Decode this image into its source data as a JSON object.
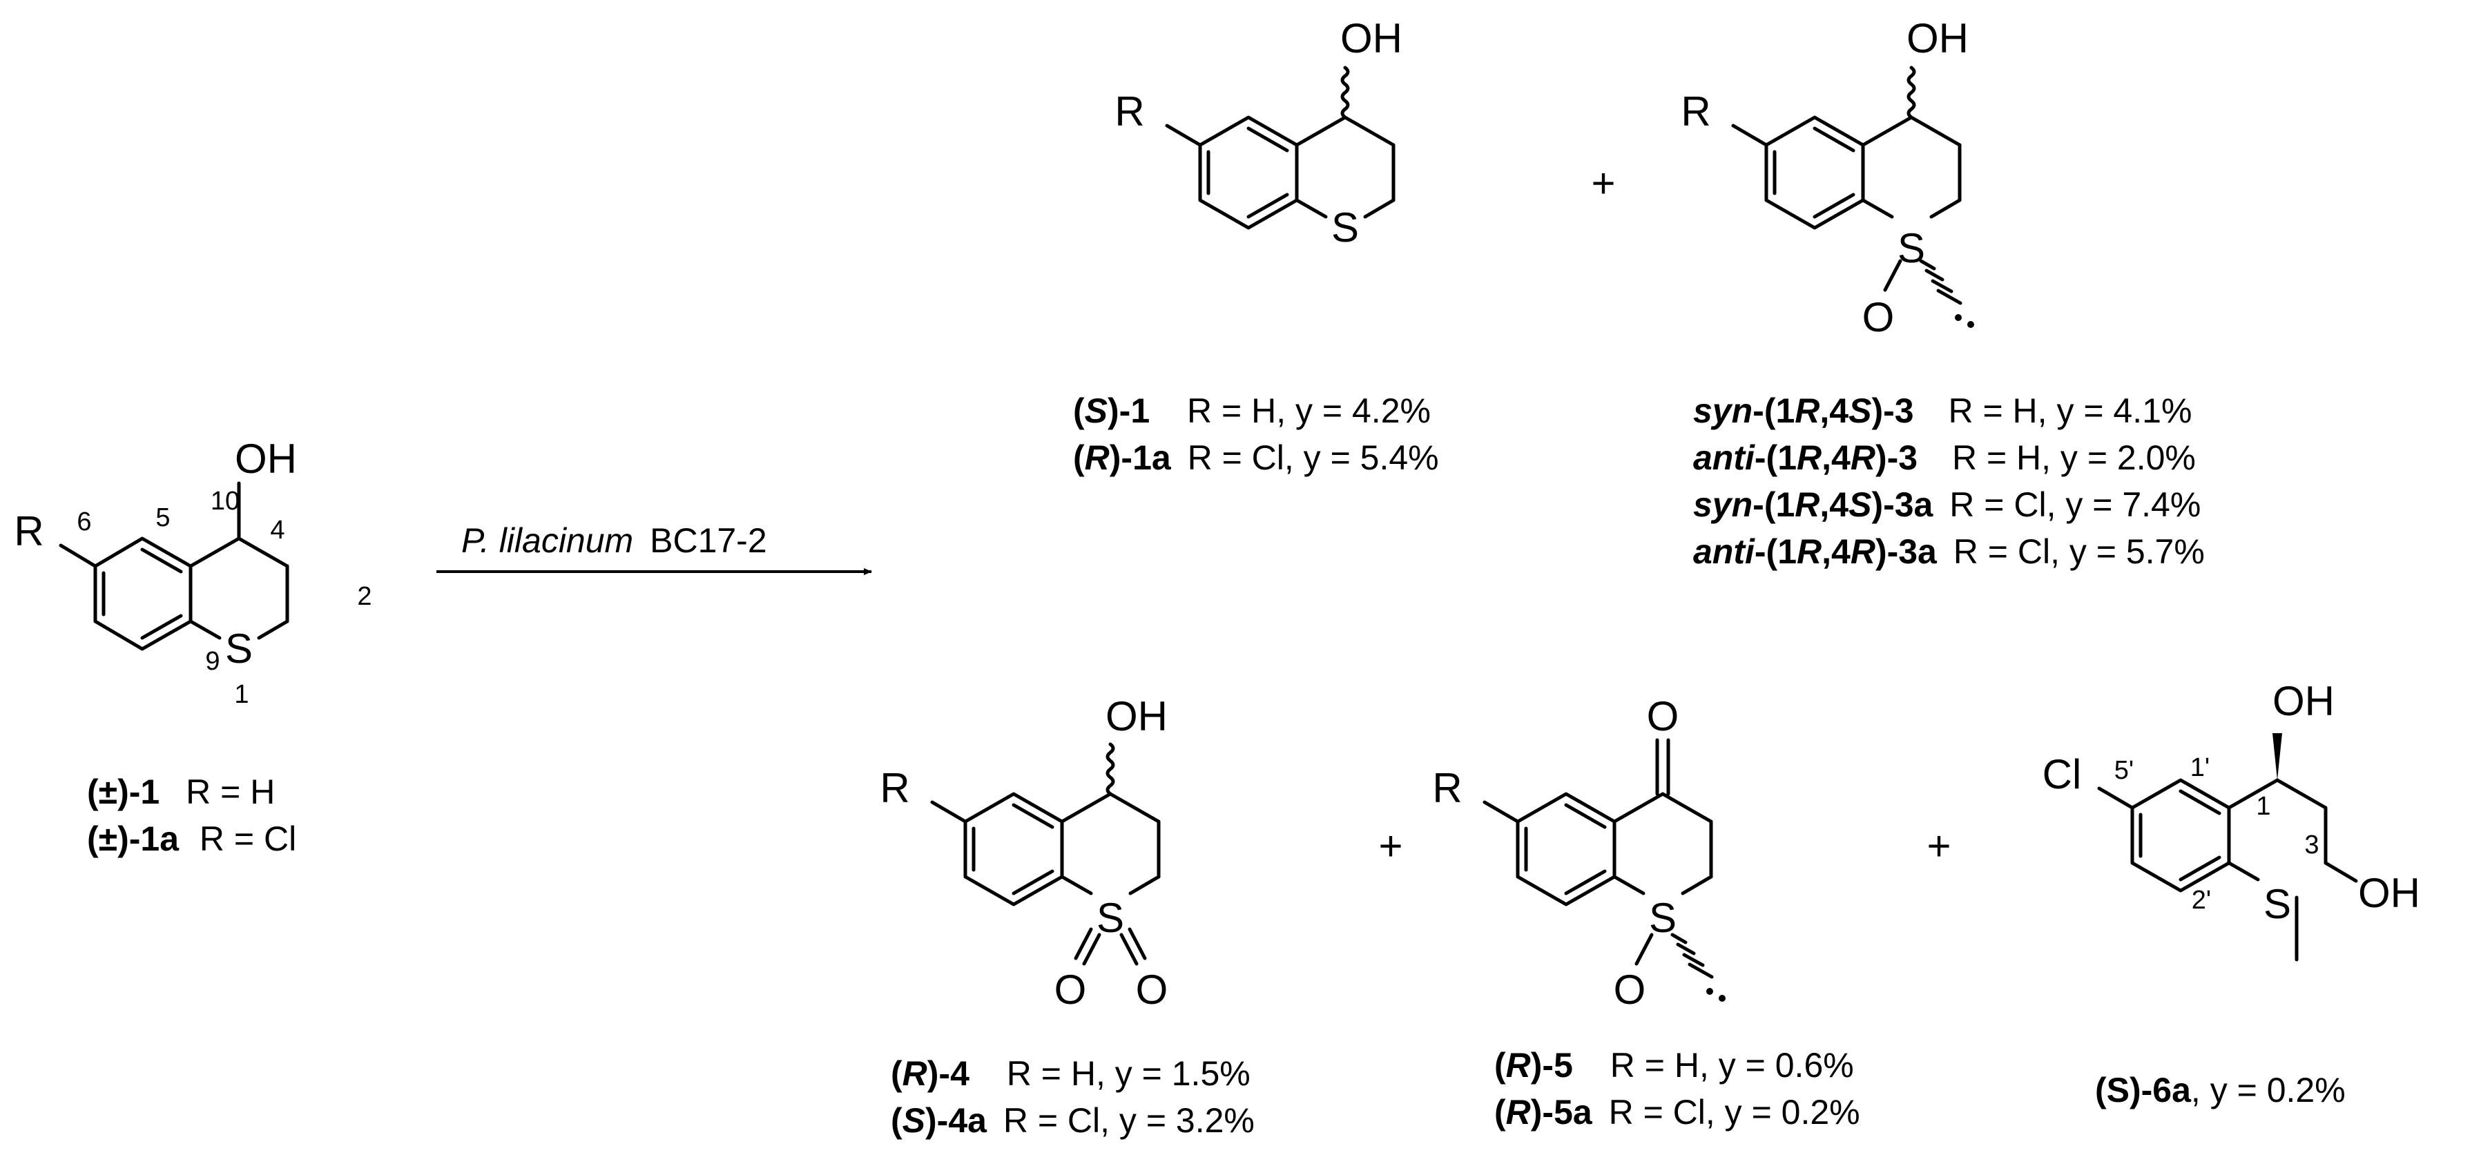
{
  "arrow": {
    "organism": "P. lilacinum",
    "strain": "BC17-2"
  },
  "atoms": {
    "OH": "OH",
    "O": "O",
    "S": "S",
    "R": "R",
    "Cl": "Cl",
    "CH3_hint": ""
  },
  "substrate": {
    "numbering": {
      "n1": "1",
      "n2": "2",
      "n4": "4",
      "n5": "5",
      "n6": "6",
      "n9": "9",
      "n10": "10"
    },
    "labels": [
      {
        "name": "(±)-1",
        "cond": "R = H"
      },
      {
        "name": "(±)-1a",
        "cond": "R = Cl"
      }
    ]
  },
  "product1": {
    "labels": [
      {
        "pre": "(",
        "stereo": "S",
        "post": ")-1",
        "cond": "R = H, y = 4.2%"
      },
      {
        "pre": "(",
        "stereo": "R",
        "post": ")-1a",
        "cond": "R = Cl, y = 5.4%"
      }
    ]
  },
  "plus": "+",
  "product3": {
    "labels": [
      {
        "prefix": "syn",
        "a": "-(1",
        "s1": "R",
        "b": ",4",
        "s2": "S",
        "c": ")-3",
        "cond": "R = H, y = 4.1%"
      },
      {
        "prefix": "anti",
        "a": "-(1",
        "s1": "R",
        "b": ",4",
        "s2": "R",
        "c": ")-3",
        "cond": "R = H, y = 2.0%"
      },
      {
        "prefix": "syn",
        "a": "-(1",
        "s1": "R",
        "b": ",4",
        "s2": "S",
        "c": ")-3a",
        "cond": "R = Cl, y = 7.4%"
      },
      {
        "prefix": "anti",
        "a": "-(1",
        "s1": "R",
        "b": ",4",
        "s2": "R",
        "c": ")-3a",
        "cond": "R = Cl, y = 5.7%"
      }
    ]
  },
  "product4": {
    "labels": [
      {
        "pre": "(",
        "stereo": "R",
        "post": ")-4",
        "cond": "R = H, y = 1.5%"
      },
      {
        "pre": "(",
        "stereo": "S",
        "post": ")-4a",
        "cond": "R = Cl, y = 3.2%"
      }
    ]
  },
  "product5": {
    "labels": [
      {
        "pre": "(",
        "stereo": "R",
        "post": ")-5",
        "cond": "R = H, y = 0.6%"
      },
      {
        "pre": "(",
        "stereo": "R",
        "post": ")-5a",
        "cond": "R = Cl, y = 0.2%"
      }
    ]
  },
  "product6": {
    "numbering": {
      "n1": "1",
      "n3": "3",
      "n1p": "1'",
      "n2p": "2'",
      "n5p": "5'"
    },
    "label": {
      "name": "(S)-6a",
      "cond": ", y = 0.2%"
    }
  }
}
